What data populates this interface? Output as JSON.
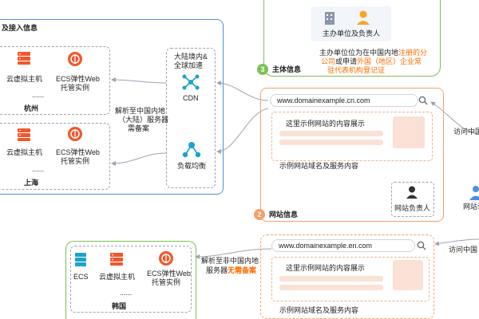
{
  "access": {
    "title": "及接入信息",
    "hangzhou": {
      "vhost": "云虚拟主机",
      "ecs": "ECS弹性Web托管实例",
      "ecs_l1": "ECS弹性Web",
      "ecs_l2": "托管实例",
      "ellipsis": "......",
      "name": "杭州"
    },
    "shanghai": {
      "vhost": "云虚拟主机",
      "ecs_l1": "ECS弹性Web",
      "ecs_l2": "托管实例",
      "ellipsis": "......",
      "name": "上海"
    },
    "cdn_note_l1": "大陆境内&",
    "cdn_note_l2": "全球加速",
    "cdn": "CDN",
    "lb": "负载均衡",
    "resolve_l1": "解析至中国内地",
    "resolve_l2": "（大陆）服务器",
    "resolve_l3": "需备案"
  },
  "subject": {
    "badge": "3",
    "title": "主体信息",
    "owner": "主办单位及负责人",
    "note_l1": "主办单位位为在中国内地",
    "note_l1_hl": "注册的分",
    "note_l2_hl": "公司",
    "note_l2": "或申请",
    "note_l2_hl2": "外国（地区）企业常",
    "note_l3_hl": "驻代表机构登记证"
  },
  "site": {
    "badge": "2",
    "title": "网站信息",
    "url": "www.domainexample.cn.com",
    "content": "这里示例网站的内容展示",
    "domain_label": "示例网站域名及服务内容",
    "responsible": "网站负责人"
  },
  "overseas": {
    "url": "www.domainexample.en.com",
    "content": "这里示例网站的内容展示",
    "domain_label": "示例网站域名及服务内容",
    "resolve_l1": "解析至非中国内地",
    "resolve_l2": "服务器",
    "resolve_hl": "无需备案",
    "ecs": "ECS",
    "vhost": "云虚拟主机",
    "ecs_l1": "ECS弹性Web",
    "ecs_l2": "托管实例",
    "ellipsis": "......",
    "name": "韩国"
  },
  "visitor": {
    "visit_cn": "访问中国",
    "visit_overseas": "访问中国",
    "site_short": "网站访"
  },
  "colors": {
    "blue": "#2f7de1",
    "green": "#5cb85c",
    "orange": "#ff6a00",
    "teal": "#1aa3c8",
    "red": "#f0582b"
  }
}
